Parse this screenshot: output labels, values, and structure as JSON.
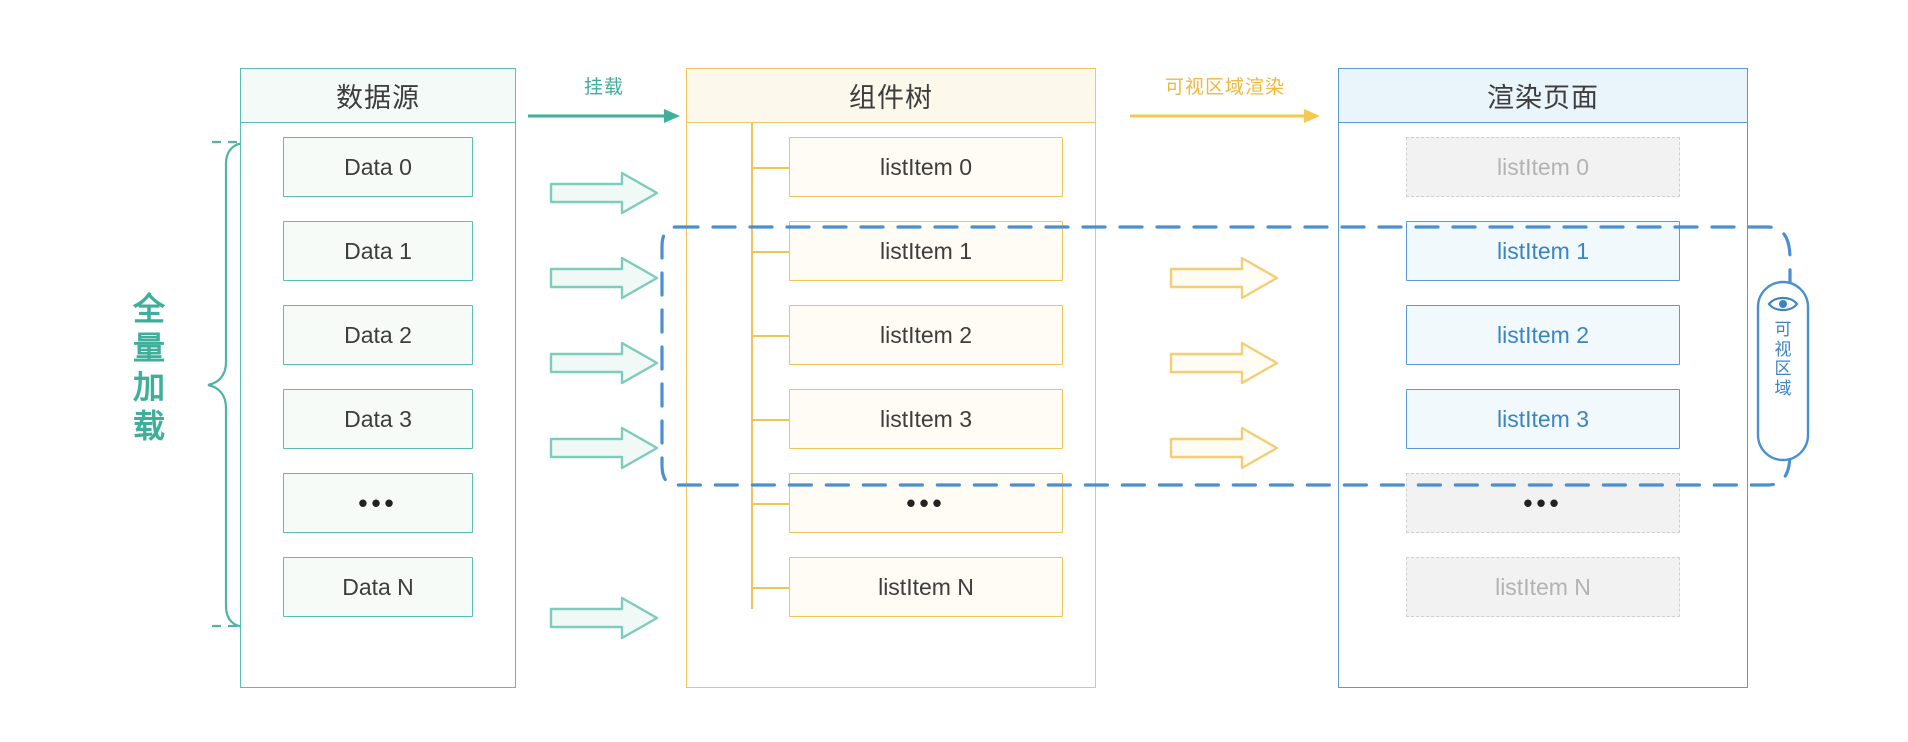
{
  "diagram": {
    "title_hidden": "",
    "colors": {
      "teal": "#5bbfae",
      "teal_text": "#3fae9a",
      "amber": "#f0c35b",
      "amber_text": "#f0b93c",
      "blue": "#5b9bd5",
      "blue_text": "#3b84c4",
      "muted_border": "#cfcfcf",
      "muted_text": "#b3b3b3",
      "viewport_dash": "#4a8fd0"
    }
  },
  "left_annotation": {
    "label_chars": [
      "全",
      "量",
      "加",
      "载"
    ],
    "label_text": "全量加载"
  },
  "source_panel": {
    "header": "数据源",
    "items": [
      {
        "label": "Data 0",
        "style": "teal"
      },
      {
        "label": "Data 1",
        "style": "teal"
      },
      {
        "label": "Data 2",
        "style": "teal"
      },
      {
        "label": "Data 3",
        "style": "teal"
      },
      {
        "label": "•••",
        "style": "teal",
        "is_dots": true
      },
      {
        "label": "Data N",
        "style": "teal"
      }
    ]
  },
  "mount_flow": {
    "label": "挂载",
    "arrow_count": 5
  },
  "tree_panel": {
    "header": "组件树",
    "items": [
      {
        "label": "listItem 0",
        "style": "amber"
      },
      {
        "label": "listItem 1",
        "style": "amber"
      },
      {
        "label": "listItem 2",
        "style": "amber"
      },
      {
        "label": "listItem 3",
        "style": "amber"
      },
      {
        "label": "•••",
        "style": "amber",
        "is_dots": true
      },
      {
        "label": "listItem N",
        "style": "amber"
      }
    ]
  },
  "render_flow": {
    "label": "可视区域渲染",
    "arrow_count": 3
  },
  "page_panel": {
    "header": "渲染页面",
    "items": [
      {
        "label": "listItem 0",
        "style": "muted"
      },
      {
        "label": "listItem 1",
        "style": "blue"
      },
      {
        "label": "listItem 2",
        "style": "blue"
      },
      {
        "label": "listItem 3",
        "style": "blue"
      },
      {
        "label": "•••",
        "style": "muted",
        "is_dots": true
      },
      {
        "label": "listItem N",
        "style": "muted"
      }
    ]
  },
  "viewport_badge": {
    "icon": "eye-icon",
    "label_chars": [
      "可",
      "视",
      "区",
      "域"
    ],
    "label_text": "可视区域"
  }
}
